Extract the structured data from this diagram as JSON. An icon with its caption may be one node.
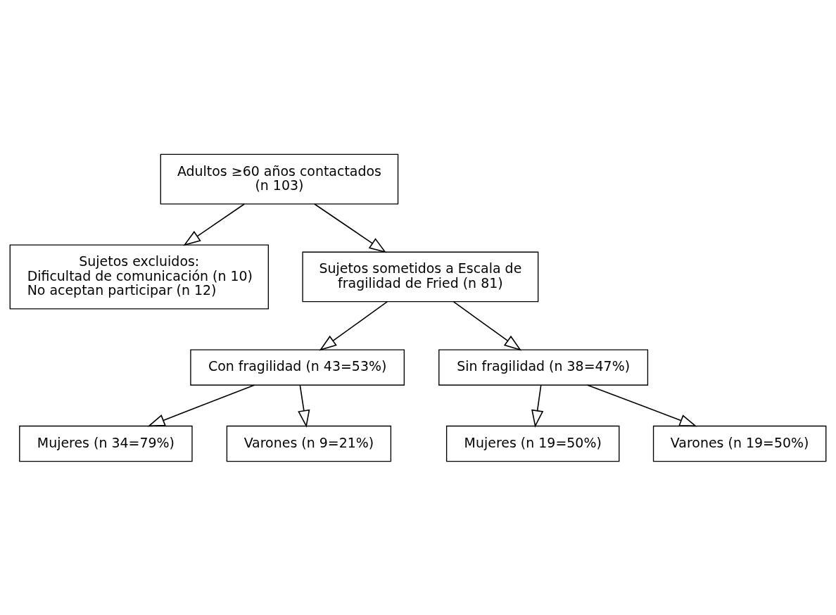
{
  "diagram": {
    "nodes": [
      {
        "text": [
          "Adultos ≥60 años contactados (n 103)"
        ]
      },
      {
        "text": [
          "Sujetos excluidos:",
          "Dificultad de comunicación (n 10)",
          "No aceptan participar (n 12)"
        ]
      },
      {
        "text": [
          "Sujetos sometidos a Escala de fragilidad de Fried (n 81)"
        ]
      },
      {
        "text": [
          "Con fragilidad (n 43=53%)"
        ]
      },
      {
        "text": [
          "Sin fragilidad (n 38=47%)"
        ]
      },
      {
        "text": [
          "Mujeres (n 34=79%)"
        ]
      },
      {
        "text": [
          "Varones (n 9=21%)"
        ]
      },
      {
        "text": [
          "Mujeres (n 19=50%)"
        ]
      },
      {
        "text": [
          "Varones (n 19=50%)"
        ]
      }
    ],
    "edges": [
      {
        "from": 0,
        "to": 2,
        "arrow": "to"
      },
      {
        "from": 0,
        "to": 1,
        "arrow": "to"
      },
      {
        "from": 2,
        "to": 3,
        "arrow": "to"
      },
      {
        "from": 2,
        "to": 4,
        "arrow": "to"
      },
      {
        "from": 3,
        "to": 5,
        "arrow": "to"
      },
      {
        "from": 3,
        "to": 6,
        "arrow": "to"
      },
      {
        "from": 4,
        "to": 7,
        "arrow": "to"
      },
      {
        "from": 4,
        "to": 8,
        "arrow": "to"
      }
    ]
  }
}
